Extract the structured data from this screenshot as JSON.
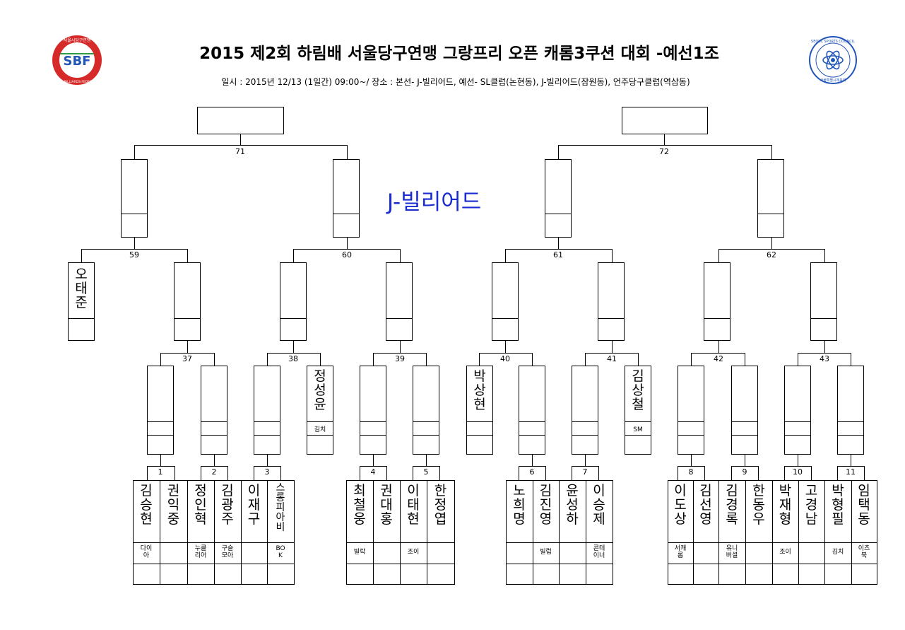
{
  "header": {
    "title": "2015 제2회 하림배 서울당구연맹 그랑프리 오픈 캐롬3쿠션 대회 -예선1조",
    "subtitle": "일시 : 2015년 12/13 (1일간) 09:00~/ 장소 : 본선- J-빌리어드, 예선- SL클럽(논현동), J-빌리어드(잠원동), 언주당구클럽(역삼동)",
    "venue": "J-빌리어드",
    "left_logo": {
      "letters": "SBF",
      "ring_text": "SEOUL·BILLIARDS·FEDERATION",
      "top_text": "서울시당구연맹"
    },
    "right_logo": {
      "ring_text": "SEOUL SPORTS COUNCIL",
      "bottom_text": "서울특별시체육회"
    }
  },
  "colors": {
    "venue": "#1a2bd0",
    "logo_red": "#d62a2a",
    "logo_blue": "#2255b8",
    "logo_green": "#2e9a45"
  },
  "matches": [
    "71",
    "72",
    "59",
    "60",
    "61",
    "62",
    "37",
    "38",
    "39",
    "40",
    "41",
    "42",
    "43",
    "1",
    "2",
    "3",
    "4",
    "5",
    "6",
    "7",
    "8",
    "9",
    "10",
    "11"
  ],
  "seeds": [
    {
      "name": "오태준",
      "club": ""
    },
    {
      "name": "정성윤",
      "club": "김치"
    },
    {
      "name": "박상현",
      "club": ""
    },
    {
      "name": "김상철",
      "club": "SM"
    }
  ],
  "players": [
    {
      "name": "김승현",
      "club": "다이아"
    },
    {
      "name": "권익중",
      "club": ""
    },
    {
      "name": "정인혁",
      "club": "누클리어"
    },
    {
      "name": "김광주",
      "club": "구슬모아"
    },
    {
      "name": "이재구",
      "club": ""
    },
    {
      "name": "스롱피아비",
      "club": "BOK"
    },
    {
      "name": "최철웅",
      "club": "빌락"
    },
    {
      "name": "권대홍",
      "club": ""
    },
    {
      "name": "이태현",
      "club": "조이"
    },
    {
      "name": "한정엽",
      "club": ""
    },
    {
      "name": "노희명",
      "club": ""
    },
    {
      "name": "김진영",
      "club": "빌럽"
    },
    {
      "name": "윤성하",
      "club": ""
    },
    {
      "name": "이승제",
      "club": "콘테이너"
    },
    {
      "name": "이도상",
      "club": "서캐롬"
    },
    {
      "name": "김선영",
      "club": ""
    },
    {
      "name": "김경록",
      "club": "유니버셜"
    },
    {
      "name": "한동우",
      "club": ""
    },
    {
      "name": "박재형",
      "club": "조이"
    },
    {
      "name": "고경남",
      "club": ""
    },
    {
      "name": "박형필",
      "club": "김치"
    },
    {
      "name": "임택동",
      "club": "이츠북"
    }
  ]
}
